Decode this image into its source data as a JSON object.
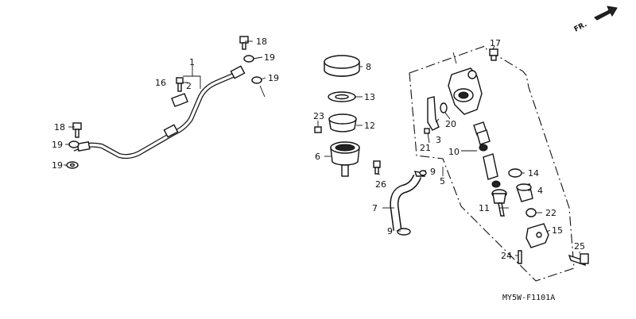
{
  "diagram": {
    "direction_label": "FR.",
    "code": "MY5W-F1101A",
    "callouts": [
      {
        "id": "c1",
        "text": "1"
      },
      {
        "id": "c2",
        "text": "2"
      },
      {
        "id": "c3",
        "text": "3"
      },
      {
        "id": "c4",
        "text": "4"
      },
      {
        "id": "c5",
        "text": "5"
      },
      {
        "id": "c6",
        "text": "6"
      },
      {
        "id": "c7",
        "text": "7"
      },
      {
        "id": "c8",
        "text": "8"
      },
      {
        "id": "c9a",
        "text": "9"
      },
      {
        "id": "c9b",
        "text": "9"
      },
      {
        "id": "c10",
        "text": "10"
      },
      {
        "id": "c11",
        "text": "11"
      },
      {
        "id": "c12",
        "text": "12"
      },
      {
        "id": "c13",
        "text": "13"
      },
      {
        "id": "c14",
        "text": "14"
      },
      {
        "id": "c15",
        "text": "15"
      },
      {
        "id": "c16",
        "text": "16"
      },
      {
        "id": "c17",
        "text": "17"
      },
      {
        "id": "c18a",
        "text": "18"
      },
      {
        "id": "c18b",
        "text": "18"
      },
      {
        "id": "c19a",
        "text": "19"
      },
      {
        "id": "c19b",
        "text": "19"
      },
      {
        "id": "c19c",
        "text": "19"
      },
      {
        "id": "c19d",
        "text": "19"
      },
      {
        "id": "c20",
        "text": "20"
      },
      {
        "id": "c21",
        "text": "21"
      },
      {
        "id": "c22",
        "text": "22"
      },
      {
        "id": "c23",
        "text": "23"
      },
      {
        "id": "c24",
        "text": "24"
      },
      {
        "id": "c25",
        "text": "25"
      },
      {
        "id": "c26",
        "text": "26"
      }
    ]
  }
}
